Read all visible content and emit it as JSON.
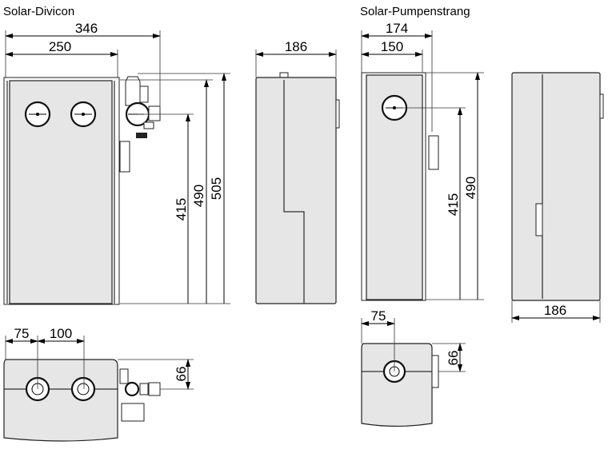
{
  "titles": {
    "left": "Solar-Divicon",
    "right": "Solar-Pumpenstrang"
  },
  "divicon": {
    "front_width_total": "346",
    "front_width_body": "250",
    "height_gauge": "415",
    "height_body": "490",
    "height_total": "505",
    "side_depth": "186",
    "top_offset_1": "75",
    "top_offset_2": "100",
    "top_depth": "66"
  },
  "pumpenstrang": {
    "front_width_total": "174",
    "front_width_body": "150",
    "height_gauge": "415",
    "height_body": "490",
    "side_depth": "186",
    "top_offset": "75",
    "top_depth": "66"
  }
}
